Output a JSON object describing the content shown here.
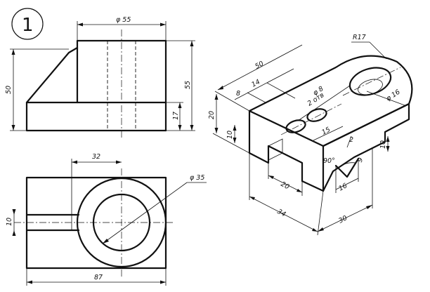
{
  "figure_number": "1",
  "front_view": {
    "dim_diameter_top": "φ 55",
    "dim_total_height": "50",
    "dim_cylinder_height": "55",
    "dim_base_height": "17"
  },
  "top_view": {
    "dim_offset": "32",
    "dim_diameter_outer": "φ 35",
    "dim_slot_width": "10",
    "dim_total_length": "87"
  },
  "isometric_view": {
    "dim_radius": "R17",
    "dim_length_50": "50",
    "dim_8": "8",
    "dim_14": "14",
    "dim_hole_diameter": "φ 8",
    "dim_hole_count": "2 отв",
    "dim_diameter_16": "φ 16",
    "dim_height_20": "20",
    "dim_height_10_left": "10",
    "dim_15": "15",
    "dim_2": "2",
    "dim_10_right": "10",
    "dim_angle": "90°",
    "dim_9": "9",
    "dim_20_slot": "20",
    "dim_16_slot": "16",
    "dim_34": "34",
    "dim_30": "30"
  }
}
